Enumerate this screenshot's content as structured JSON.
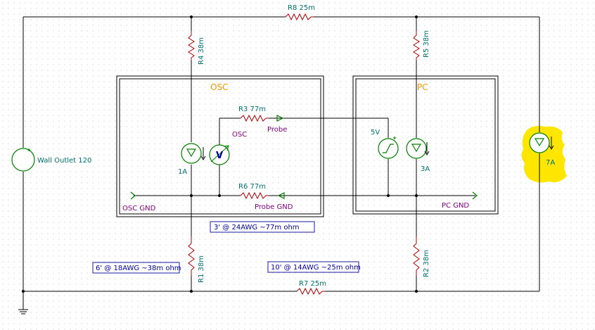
{
  "colors": {
    "wire": "#000000",
    "resistor": "#b00000",
    "component": "#008000",
    "label": "#007070",
    "net_label": "#800080",
    "block_label": "#e69a00",
    "note": "#0000a0",
    "highlight": "#ffe600"
  },
  "resistors": {
    "r8": "R8 25m",
    "r4": "R4 38m",
    "r5": "R5 38m",
    "r3": "R3 77m",
    "r6": "R6 77m",
    "r1": "R1 38m",
    "r2": "R2 38m",
    "r7": "R7 25m"
  },
  "sources": {
    "wall_outlet": "Wall Outlet 120",
    "osc_current": "1A",
    "pc_voltage": "5V",
    "pc_current": "3A",
    "load_current": "7A"
  },
  "blocks": {
    "osc": "OSC",
    "pc": "PC"
  },
  "nets": {
    "osc_meter": "OSC",
    "probe": "Probe",
    "probe_gnd": "Probe GND",
    "osc_gnd": "OSC GND",
    "pc_gnd": "PC GND"
  },
  "notes": {
    "cable_3ft": "3' @ 24AWG ~77m ohm",
    "cable_6ft": "6' @ 18AWG ~38m ohm",
    "cable_10ft": "10' @ 14AWG ~25m ohm"
  },
  "meter_symbol": "V"
}
